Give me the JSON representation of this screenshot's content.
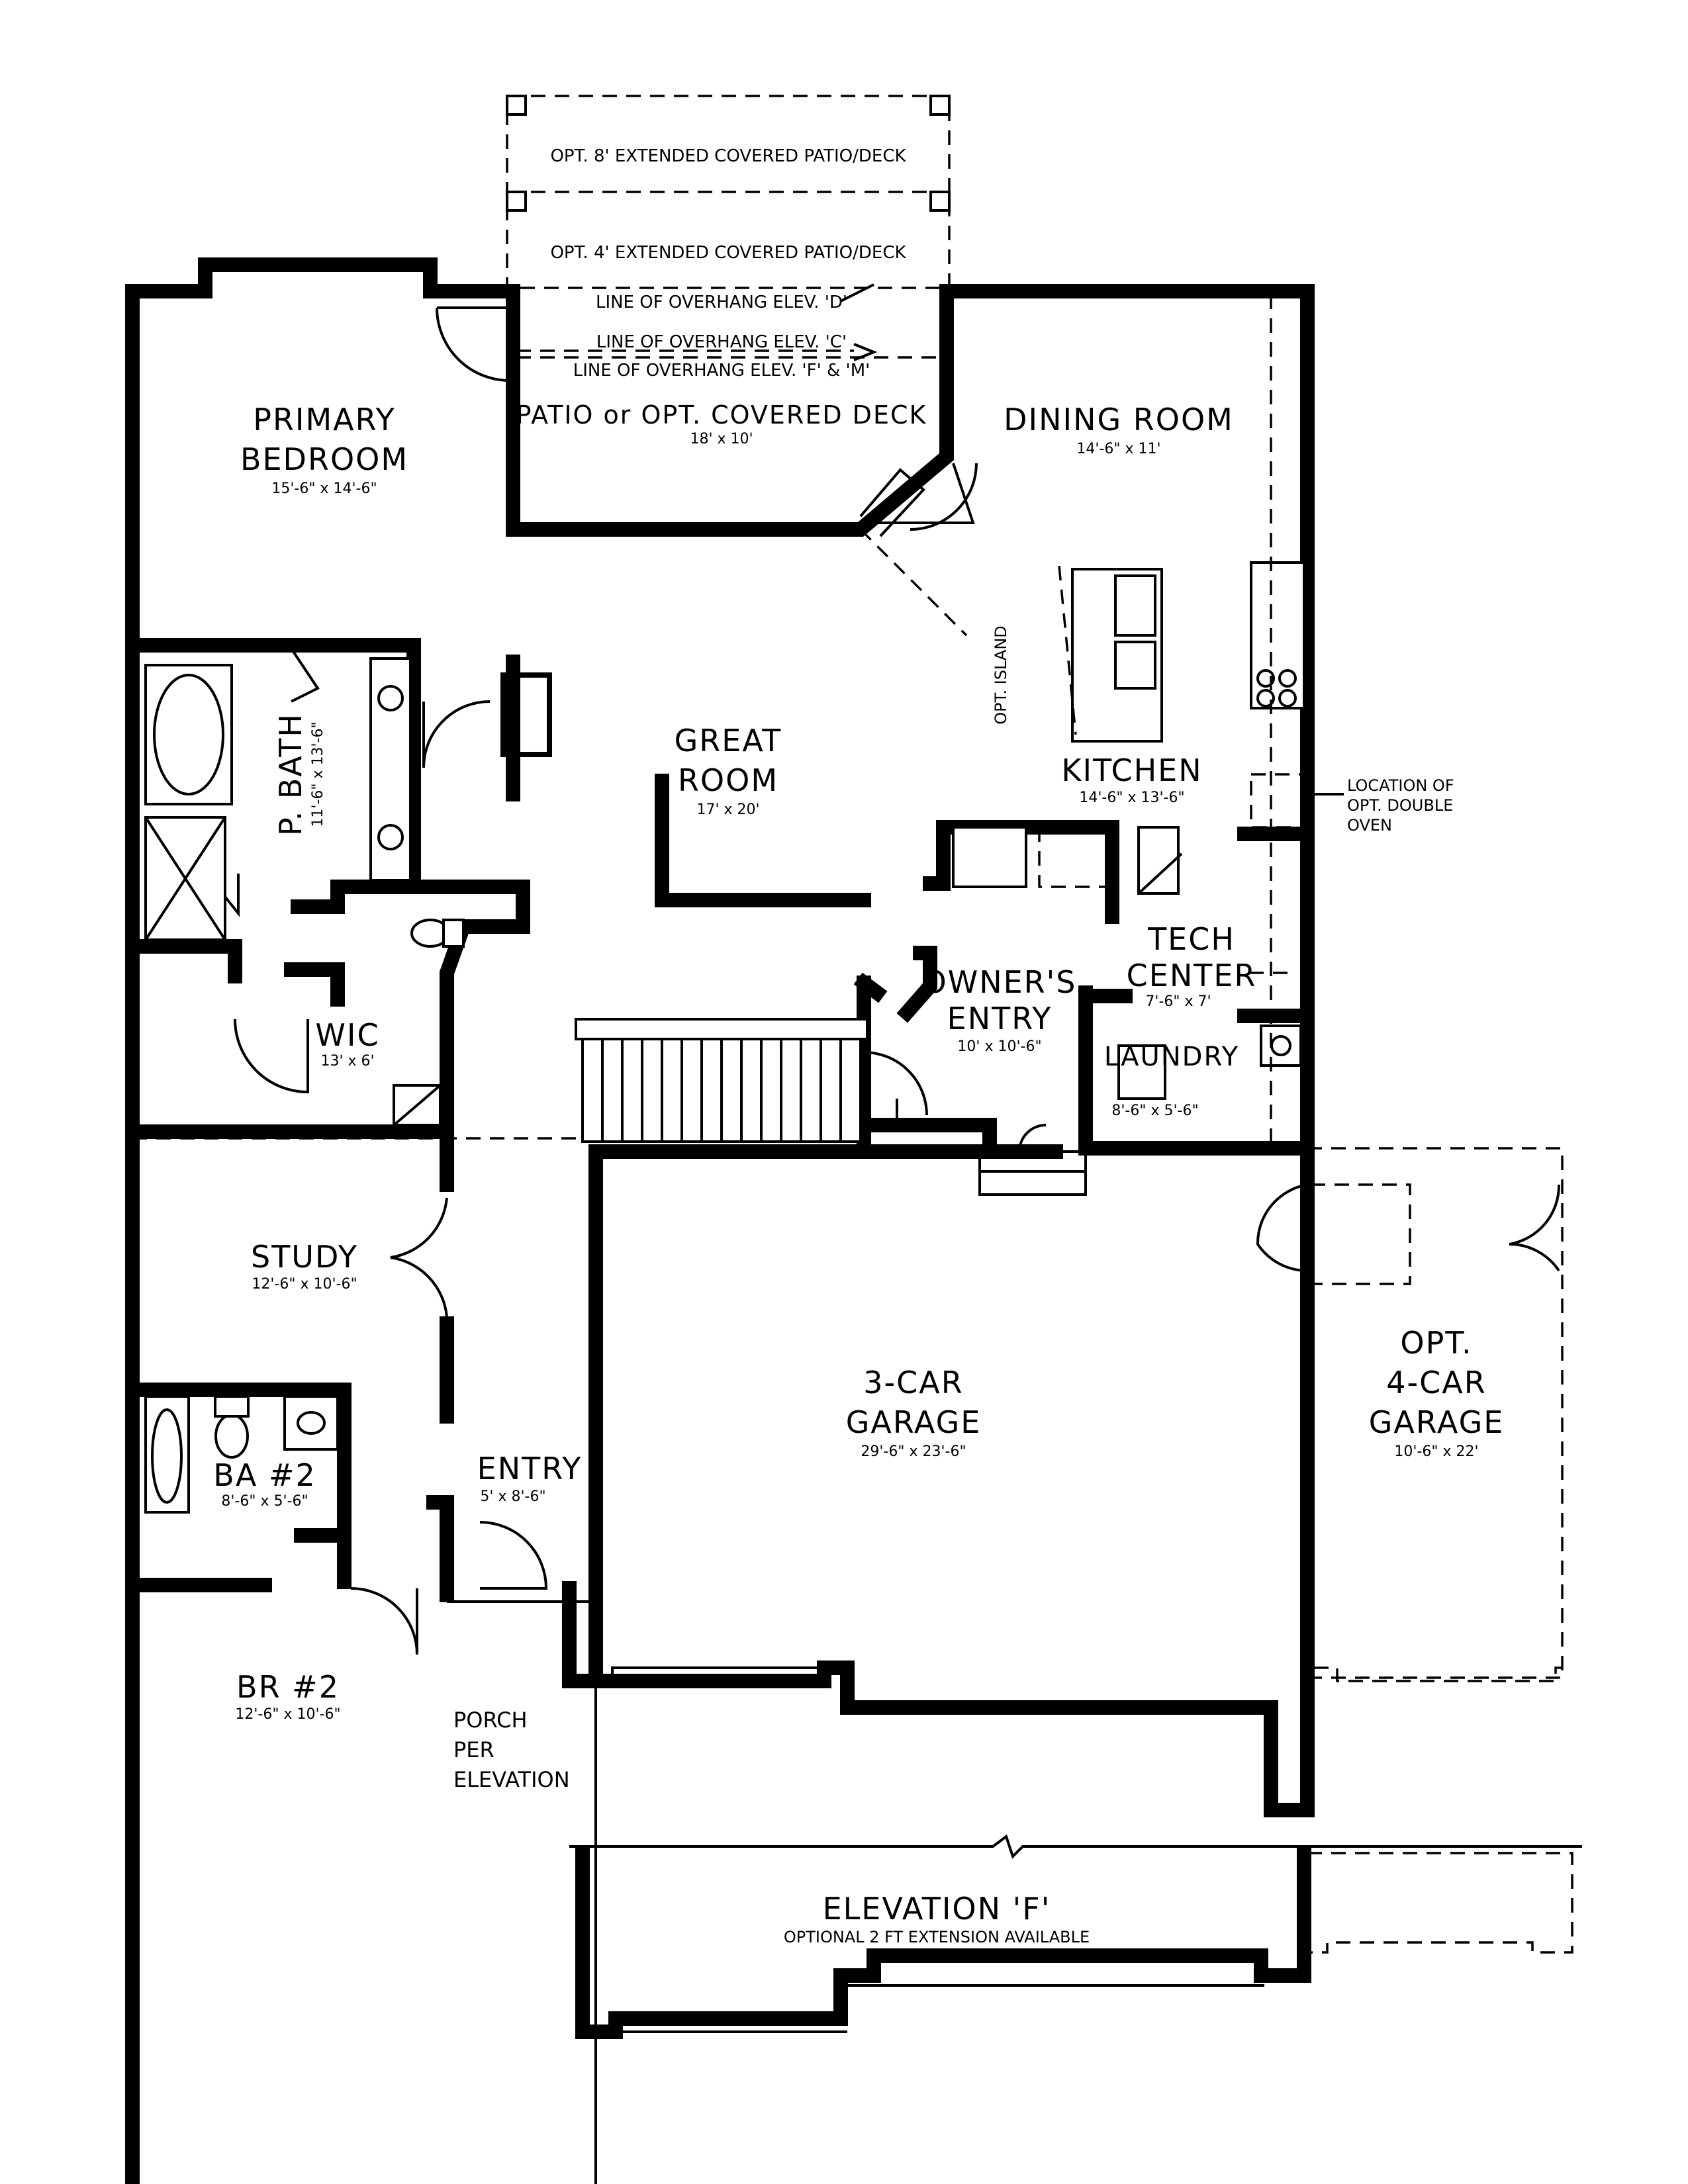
{
  "rooms": {
    "primary_bedroom": {
      "line1": "PRIMARY",
      "line2": "BEDROOM",
      "dim": "15'-6\" x 14'-6\""
    },
    "patio": {
      "label": "PATIO or OPT. COVERED DECK",
      "dim": "18' x 10'"
    },
    "dining_room": {
      "label": "DINING ROOM",
      "dim": "14'-6\" x 11'"
    },
    "great_room": {
      "line1": "GREAT",
      "line2": "ROOM",
      "dim": "17' x 20'"
    },
    "kitchen": {
      "label": "KITCHEN",
      "dim": "14'-6\" x 13'-6\""
    },
    "p_bath": {
      "label": "P. BATH",
      "dim": "11'-6\" x 13'-6\""
    },
    "wic": {
      "label": "WIC",
      "dim": "13' x 6'"
    },
    "owners_entry": {
      "line1": "OWNER'S",
      "line2": "ENTRY",
      "dim": "10' x 10'-6\""
    },
    "tech_center": {
      "line1": "TECH",
      "line2": "CENTER",
      "dim": "7'-6\" x 7'"
    },
    "laundry": {
      "label": "LAUNDRY",
      "dim": "8'-6\" x 5'-6\""
    },
    "study": {
      "label": "STUDY",
      "dim": "12'-6\" x 10'-6\""
    },
    "garage3": {
      "line1": "3-CAR",
      "line2": "GARAGE",
      "dim": "29'-6\" x 23'-6\""
    },
    "garage4": {
      "line1": "OPT.",
      "line2": "4-CAR",
      "line3": "GARAGE",
      "dim": "10'-6\" x 22'"
    },
    "ba2": {
      "label": "BA #2",
      "dim": "8'-6\" x 5'-6\""
    },
    "entry": {
      "label": "ENTRY",
      "dim": "5' x 8'-6\""
    },
    "br2": {
      "label": "BR #2",
      "dim": "12'-6\" x 10'-6\""
    },
    "porch": {
      "line1": "PORCH",
      "line2": "PER",
      "line3": "ELEVATION"
    }
  },
  "notes": {
    "opt_8ft_patio": "OPT. 8' EXTENDED COVERED PATIO/DECK",
    "opt_4ft_patio": "OPT. 4' EXTENDED COVERED PATIO/DECK",
    "overhang_d": "LINE OF OVERHANG ELEV. 'D'",
    "overhang_c": "LINE OF OVERHANG ELEV. 'C'",
    "overhang_fm": "LINE OF OVERHANG ELEV. 'F' & 'M'",
    "opt_island": "OPT. ISLAND",
    "double_oven_1": "LOCATION OF",
    "double_oven_2": "OPT. DOUBLE",
    "double_oven_3": "OVEN"
  },
  "elevation": {
    "title": "ELEVATION 'F'",
    "subtitle": "OPTIONAL 2 FT EXTENSION AVAILABLE"
  }
}
